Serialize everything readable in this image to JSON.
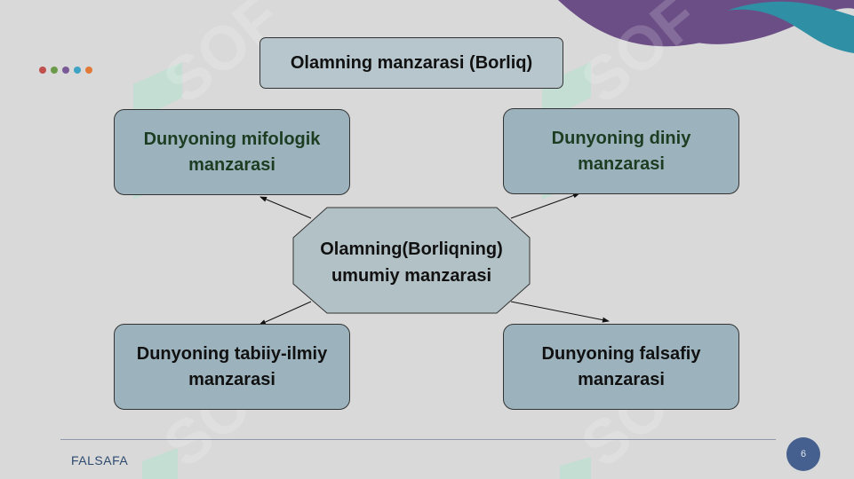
{
  "slide": {
    "title": "Olamning manzarasi (Borliq)",
    "center_node": {
      "line1": "Olamning(Borliqning)",
      "line2": "umumiy manzarasi"
    },
    "nodes": {
      "top_left": {
        "line1": "Dunyoning mifologik",
        "line2": "manzarasi"
      },
      "top_right": {
        "line1": "Dunyoning diniy",
        "line2": "manzarasi"
      },
      "bottom_left": {
        "line1": "Dunyoning tabiiy-ilmiy",
        "line2": "manzarasi"
      },
      "bottom_right": {
        "line1": "Dunyoning falsafiy",
        "line2": "manzarasi"
      }
    },
    "footer": "FALSAFA",
    "page_number": "6"
  },
  "colors": {
    "background": "#d9d9d9",
    "box_fill": "#9cb3bd",
    "title_fill": "#b6c6cc",
    "center_fill": "#b2c1c6",
    "purple_wave": "#6b4e86",
    "teal_wave": "#2f8fa5",
    "page_badge": "#45608f",
    "dots": [
      "#c0504d",
      "#6a9a4a",
      "#7a5a96",
      "#3fa3c4",
      "#e07a36"
    ]
  },
  "icons": [
    "decorative-dots-icon",
    "watermark-logo-icon",
    "corner-wave-icon",
    "arrow-icon"
  ]
}
